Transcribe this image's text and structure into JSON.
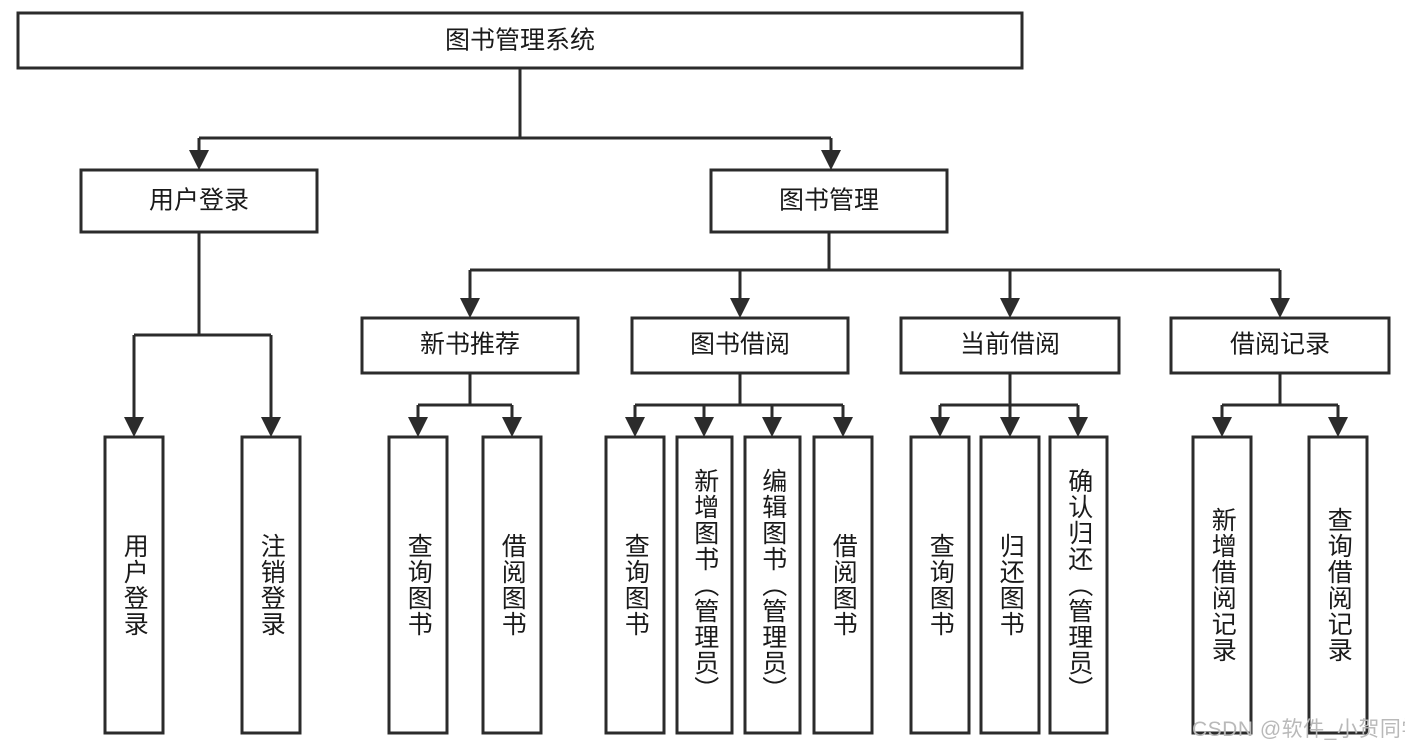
{
  "diagram": {
    "type": "tree-flowchart",
    "title": "图书管理系统",
    "orientation": "top-down",
    "colors": {
      "stroke": "#2b2b2b",
      "fill": "#ffffff",
      "text": "#1a1a1a",
      "watermark": "#b9b9b9",
      "background": "#ffffff"
    },
    "root": {
      "label": "图书管理系统"
    },
    "level2": [
      {
        "label": "用户登录"
      },
      {
        "label": "图书管理"
      }
    ],
    "level3": [
      {
        "label": "新书推荐"
      },
      {
        "label": "图书借阅"
      },
      {
        "label": "当前借阅"
      },
      {
        "label": "借阅记录"
      }
    ],
    "leaves": {
      "user_login": [
        {
          "label": "用户登录"
        },
        {
          "label": "注销登录"
        }
      ],
      "new_book": [
        {
          "label": "查询图书"
        },
        {
          "label": "借阅图书"
        }
      ],
      "book_borrow": [
        {
          "label": "查询图书"
        },
        {
          "label": "新增图书（管理员）"
        },
        {
          "label": "编辑图书（管理员）"
        },
        {
          "label": "借阅图书"
        }
      ],
      "current_borrow": [
        {
          "label": "查询图书"
        },
        {
          "label": "归还图书"
        },
        {
          "label": "确认归还（管理员）"
        }
      ],
      "borrow_record": [
        {
          "label": "新增借阅记录"
        },
        {
          "label": "查询借阅记录"
        }
      ]
    }
  },
  "watermark": {
    "text": "CSDN @软件_小贺同学"
  }
}
